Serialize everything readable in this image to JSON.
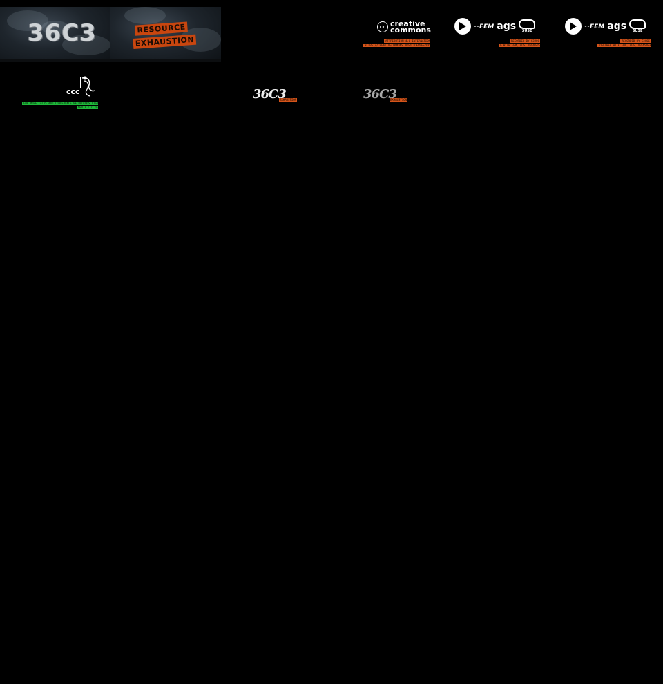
{
  "tiles": {
    "cover_36c3": {
      "logo_text": "36C3"
    },
    "cover_title": {
      "line1": "RESOURCE",
      "line2": "EXHAUSTION"
    }
  },
  "creative_commons": {
    "badge": "cc",
    "word1": "creative",
    "word2": "commons",
    "license_line": "ATTRIBUTION 4.0 INTERNATIONAL",
    "url_line": "HTTPS://CREATIVECOMMONS.ORG/LICENSES/BY/4.0"
  },
  "sponsors_a": {
    "fem": "FEM",
    "ags": "ags",
    "suse": "SUSE",
    "line1": "RECORDED BY C3VOC",
    "line2": "& WITH FEM, AGS, OPENSUSE"
  },
  "sponsors_b": {
    "fem": "FEM",
    "ags": "ags",
    "suse": "SUSE",
    "line1": "RECORDED BY C3VOC",
    "line2": "TOGETHER WITH FEM, AGS, OPENSUSE"
  },
  "ccc": {
    "logo_text": "ccc",
    "line1": "FOR MORE TALKS AND CONFERENCE RECORDINGS VISIT",
    "line2": "MEDIA.CCC.DE"
  },
  "script_logos": [
    {
      "word": "36C3",
      "tag": "EXHAUSTION"
    },
    {
      "word": "36C3",
      "tag": "EXHAUSTION"
    }
  ],
  "colors": {
    "background": "#000000",
    "accent_orange": "#d4541a",
    "accent_green": "#1fb83a",
    "logo_white": "#ffffff"
  },
  "icons": [
    "cc-logo-icon",
    "c3voc-orb-icon",
    "fem-logo-icon",
    "ags-logo-icon",
    "suse-chameleon-icon",
    "ccc-chaos-knoten-icon"
  ]
}
